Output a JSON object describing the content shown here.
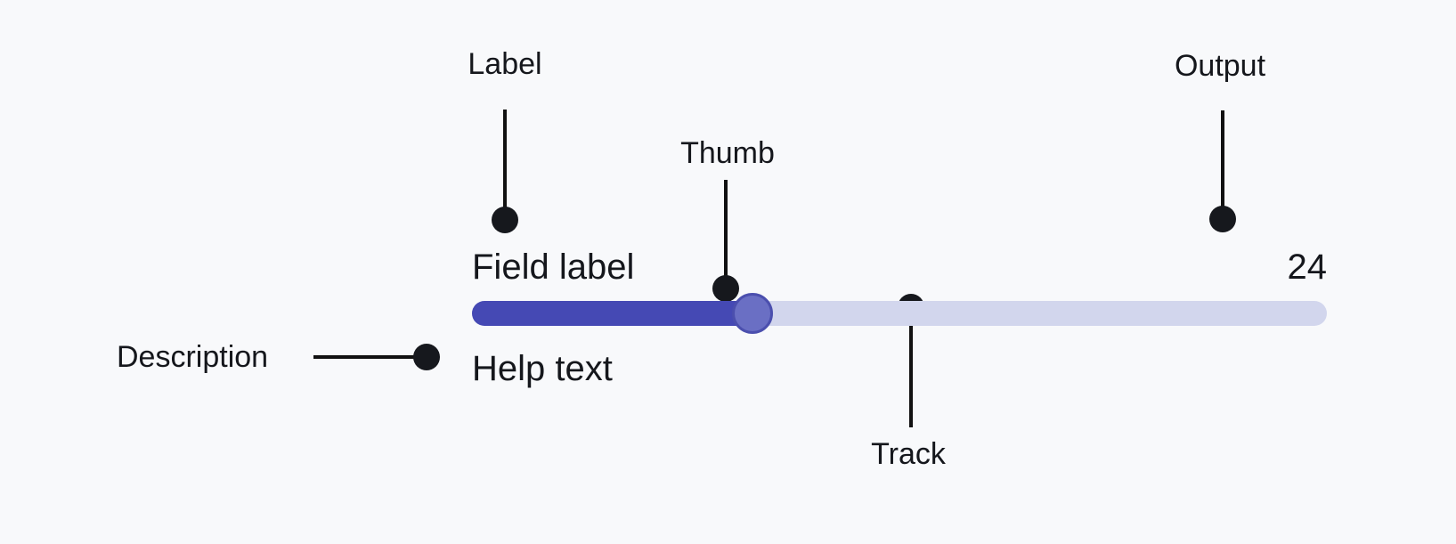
{
  "background_color": "#f8f9fb",
  "diagram": {
    "title": "Slider anatomy annotation diagram",
    "annotations": [
      {
        "id": "label",
        "text": "Label",
        "points_to": "field-label"
      },
      {
        "id": "thumb",
        "text": "Thumb",
        "points_to": "slider-thumb"
      },
      {
        "id": "output",
        "text": "Output",
        "points_to": "slider-output-value"
      },
      {
        "id": "track",
        "text": "Track",
        "points_to": "slider-track"
      },
      {
        "id": "description",
        "text": "Description",
        "points_to": "help-text"
      }
    ]
  },
  "slider": {
    "label": "Field label",
    "output_value": "24",
    "help_text": "Help text",
    "fill_percent": 32.8,
    "colors": {
      "fill": "#4549b4",
      "track": "#d2d6ed",
      "thumb": "#6a6fc4",
      "thumb_border": "#4b4fae",
      "text": "#15171c",
      "annotation": "#15171c",
      "leader": "#111111"
    }
  }
}
